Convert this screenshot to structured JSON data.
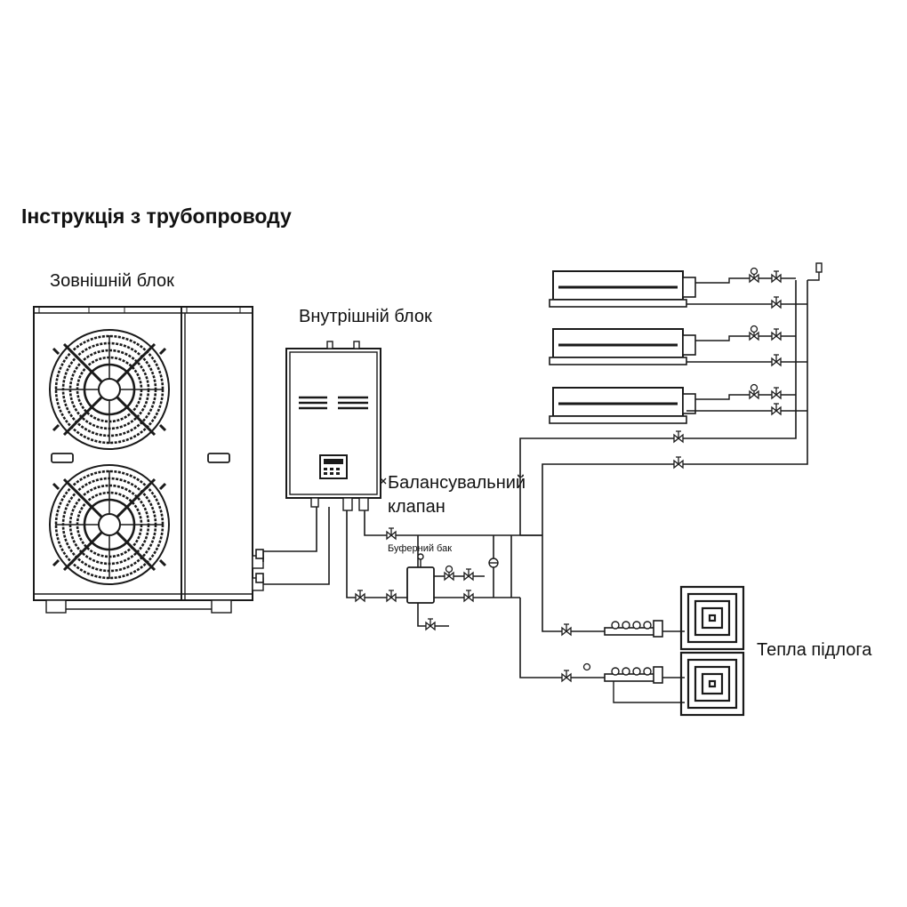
{
  "title": "Інструкція з трубопроводу",
  "labels": {
    "outdoor_unit": "Зовнішній блок",
    "indoor_unit": "Внутрішній блок",
    "balancing_valve_line1": "Балансувальний",
    "balancing_valve_line2": "клапан",
    "buffer_tank": "Буферний бак",
    "floor_heating": "Тепла підлога"
  },
  "colors": {
    "line": "#1a1a1a",
    "fill": "#ffffff"
  },
  "icons": [
    "fan-icon",
    "valve-icon",
    "pump-icon",
    "fan-coil-icon",
    "floor-coil-icon",
    "manifold-icon"
  ]
}
